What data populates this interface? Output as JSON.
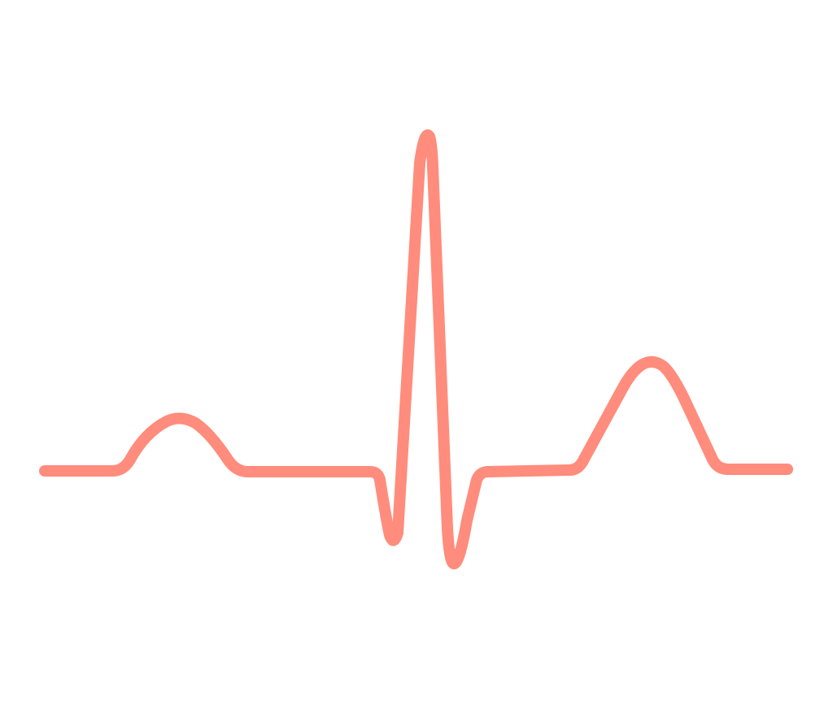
{
  "diagram": {
    "subject": "ecg-heartbeat-waveform",
    "stroke_color": "#FF8C7C",
    "background_color": "#FFFFFF",
    "waves": [
      {
        "name": "p-wave"
      },
      {
        "name": "q-wave"
      },
      {
        "name": "r-wave"
      },
      {
        "name": "s-wave"
      },
      {
        "name": "t-wave"
      }
    ]
  }
}
